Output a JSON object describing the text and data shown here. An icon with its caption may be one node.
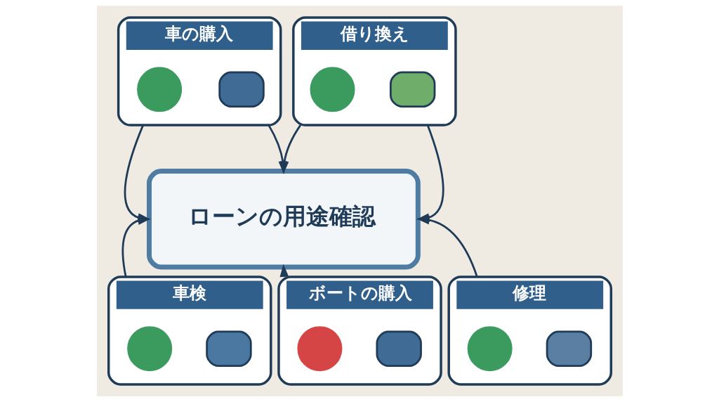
{
  "diagram": {
    "nodes": [
      {
        "text": [
          "車の購入"
        ]
      },
      {
        "text": [],
        "shape": "circle",
        "in": 0
      },
      {
        "text": [],
        "shape": "box",
        "in": 0
      },
      {
        "text": [
          "借り換え"
        ]
      },
      {
        "text": [],
        "shape": "circle",
        "in": 3
      },
      {
        "text": [],
        "shape": "box",
        "in": 3
      },
      {
        "text": [
          "ローンの用途確認"
        ]
      },
      {
        "text": [
          "車検"
        ]
      },
      {
        "text": [],
        "shape": "circle",
        "in": 7
      },
      {
        "text": [],
        "shape": "box",
        "in": 7
      },
      {
        "text": [
          "修理"
        ]
      },
      {
        "text": [],
        "shape": "circle",
        "in": 10
      },
      {
        "text": [],
        "shape": "box",
        "in": 10
      },
      {
        "text": [
          "ボートの購入"
        ]
      },
      {
        "text": [],
        "shape": "circle",
        "in": 13
      },
      {
        "text": [],
        "shape": "box",
        "in": 13
      }
    ],
    "edges": [
      {
        "from": 0,
        "to": 6,
        "arrow": "to"
      },
      {
        "from": 0,
        "to": 6,
        "arrow": "to"
      },
      {
        "from": 3,
        "to": 6,
        "arrow": "to"
      },
      {
        "from": 3,
        "to": 6,
        "arrow": "to"
      },
      {
        "from": 7,
        "to": 6,
        "arrow": "to"
      },
      {
        "from": 10,
        "to": 6,
        "arrow": "to"
      },
      {
        "from": 13,
        "to": 6,
        "arrow": "to"
      }
    ]
  }
}
